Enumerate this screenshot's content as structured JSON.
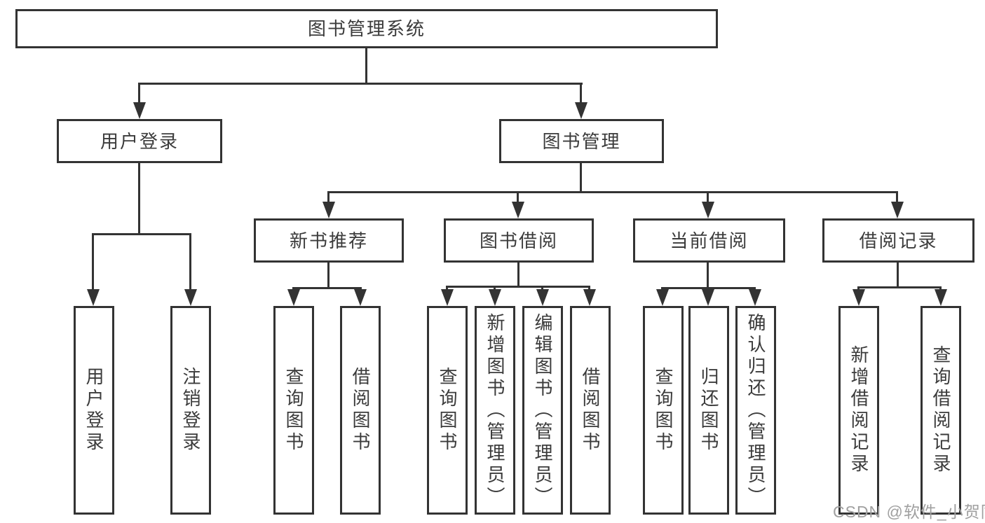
{
  "tree": {
    "label": "图书管理系统",
    "children": [
      {
        "label": "用户登录",
        "children": [
          {
            "label": "用户登录"
          },
          {
            "label": "注销登录"
          }
        ]
      },
      {
        "label": "图书管理",
        "children": [
          {
            "label": "新书推荐",
            "children": [
              {
                "label": "查询图书"
              },
              {
                "label": "借阅图书"
              }
            ]
          },
          {
            "label": "图书借阅",
            "children": [
              {
                "label": "查询图书"
              },
              {
                "label": "新增图书（管理员）"
              },
              {
                "label": "编辑图书（管理员）"
              },
              {
                "label": "借阅图书"
              }
            ]
          },
          {
            "label": "当前借阅",
            "children": [
              {
                "label": "查询图书"
              },
              {
                "label": "归还图书"
              },
              {
                "label": "确认归还（管理员）"
              }
            ]
          },
          {
            "label": "借阅记录",
            "children": [
              {
                "label": "新增借阅记录"
              },
              {
                "label": "查询借阅记录"
              }
            ]
          }
        ]
      }
    ]
  },
  "watermark": "CSDN @软件_小贺同学",
  "colors": {
    "line": "#333333",
    "text": "#3b3b3b",
    "background": "#ffffff",
    "watermark": "#a0a0a0"
  }
}
